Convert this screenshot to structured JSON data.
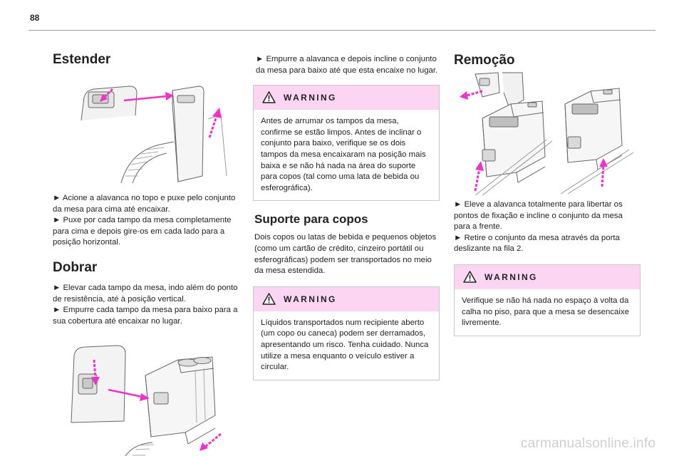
{
  "page": {
    "number": "88"
  },
  "estender": {
    "title": "Estender",
    "bullets": [
      "► Acione a alavanca no topo e puxe pelo conjunto da mesa para cima até encaixar.",
      "► Puxe por cada tampo da mesa completamente para cima e depois gire-os em cada lado para a posição horizontal."
    ]
  },
  "dobrar": {
    "title": "Dobrar",
    "bullets": [
      "► Elevar cada tampo da mesa, indo além do ponto de resistência, até à posição vertical.",
      "► Empurre cada tampo da mesa para baixo para a sua cobertura até encaixar no lugar."
    ]
  },
  "col2": {
    "intro_bullet": "► Empurre a alavanca e depois incline o conjunto da mesa para baixo até que esta encaixe no lugar.",
    "warning1": {
      "title": "WARNING",
      "text": "Antes de arrumar os tampos da mesa, confirme se estão limpos. Antes de inclinar o conjunto para baixo, verifique se os dois tampos da mesa encaixaram na posição mais baixa e se não há nada na área do suporte para copos (tal como uma lata de bebida ou esferográfica)."
    },
    "suporte": {
      "title": "Suporte para copos",
      "text": "Dois copos ou latas de bebida e pequenos objetos (como um cartão de crédito, cinzeiro portátil ou esferográficas) podem ser transportados no meio da mesa estendida."
    },
    "warning2": {
      "title": "WARNING",
      "text": "Líquidos transportados num recipiente aberto (um copo ou caneca) podem ser derramados, apresentando um risco. Tenha cuidado. Nunca utilize a mesa enquanto o veículo estiver a circular."
    }
  },
  "remocao": {
    "title": "Remoção",
    "bullets": [
      "► Eleve a alavanca totalmente para libertar os pontos de fixação e incline o conjunto da mesa para a frente.",
      "► Retire o conjunto da mesa através da porta deslizante na fila 2."
    ],
    "warning": {
      "title": "WARNING",
      "text": "Verifique se não há nada no espaço à volta da calha no piso, para que a mesa se desencaixe livremente."
    }
  },
  "watermark": "carmanualsonline.info",
  "colors": {
    "accent_pink": "#f032c8",
    "warning_header": "#fbd5f1",
    "rule": "#9a9a9a"
  },
  "icons": [
    "warning-triangle-icon",
    "pink-arrow-icon"
  ]
}
